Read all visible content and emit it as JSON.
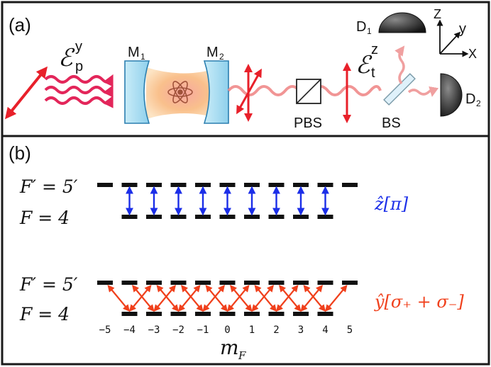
{
  "panel_a": {
    "label": "(a)",
    "probe_field": {
      "symbol": "ℰ",
      "sub": "p",
      "sup": "y"
    },
    "mirror1": {
      "text": "M",
      "sub": "1"
    },
    "mirror2": {
      "text": "M",
      "sub": "2"
    },
    "transmitted_field": {
      "symbol": "ℰ",
      "sub": "t",
      "sup": "z"
    },
    "pbs_label": "PBS",
    "bs_label": "BS",
    "detector1": {
      "text": "D",
      "sub": "1"
    },
    "detector2": {
      "text": "D",
      "sub": "2"
    },
    "axes": {
      "z": "Z",
      "y": "y",
      "x": "X"
    }
  },
  "panel_b": {
    "label": "(b)",
    "upper_scheme": {
      "excited_label": "F′ = 5′",
      "ground_label": "F = 4",
      "transition_label": "ẑ[π]",
      "arrow_color": "#1b2ee8"
    },
    "lower_scheme": {
      "excited_label": "F′ = 5′",
      "ground_label": "F = 4",
      "transition_label": "ŷ[σ₊ + σ₋]",
      "arrow_color": "#f0401c"
    },
    "mF_values": [
      "−5",
      "−4",
      "−3",
      "−2",
      "−1",
      "0",
      "1",
      "2",
      "3",
      "4",
      "5"
    ],
    "axis_label": "m",
    "axis_label_sub": "F"
  },
  "colors": {
    "frame": "#1a1a1a",
    "probe_waves": "#e3265a",
    "polarization_arrows": "#e8202a",
    "transmitted_wave": "#f08a8a",
    "mirror_fill": "#aee0f4",
    "mirror_stroke": "#2b7fb0",
    "cavity_glow": "#f5b27a",
    "detector_fill": "#3a3a3a",
    "level_bar": "#111111"
  }
}
